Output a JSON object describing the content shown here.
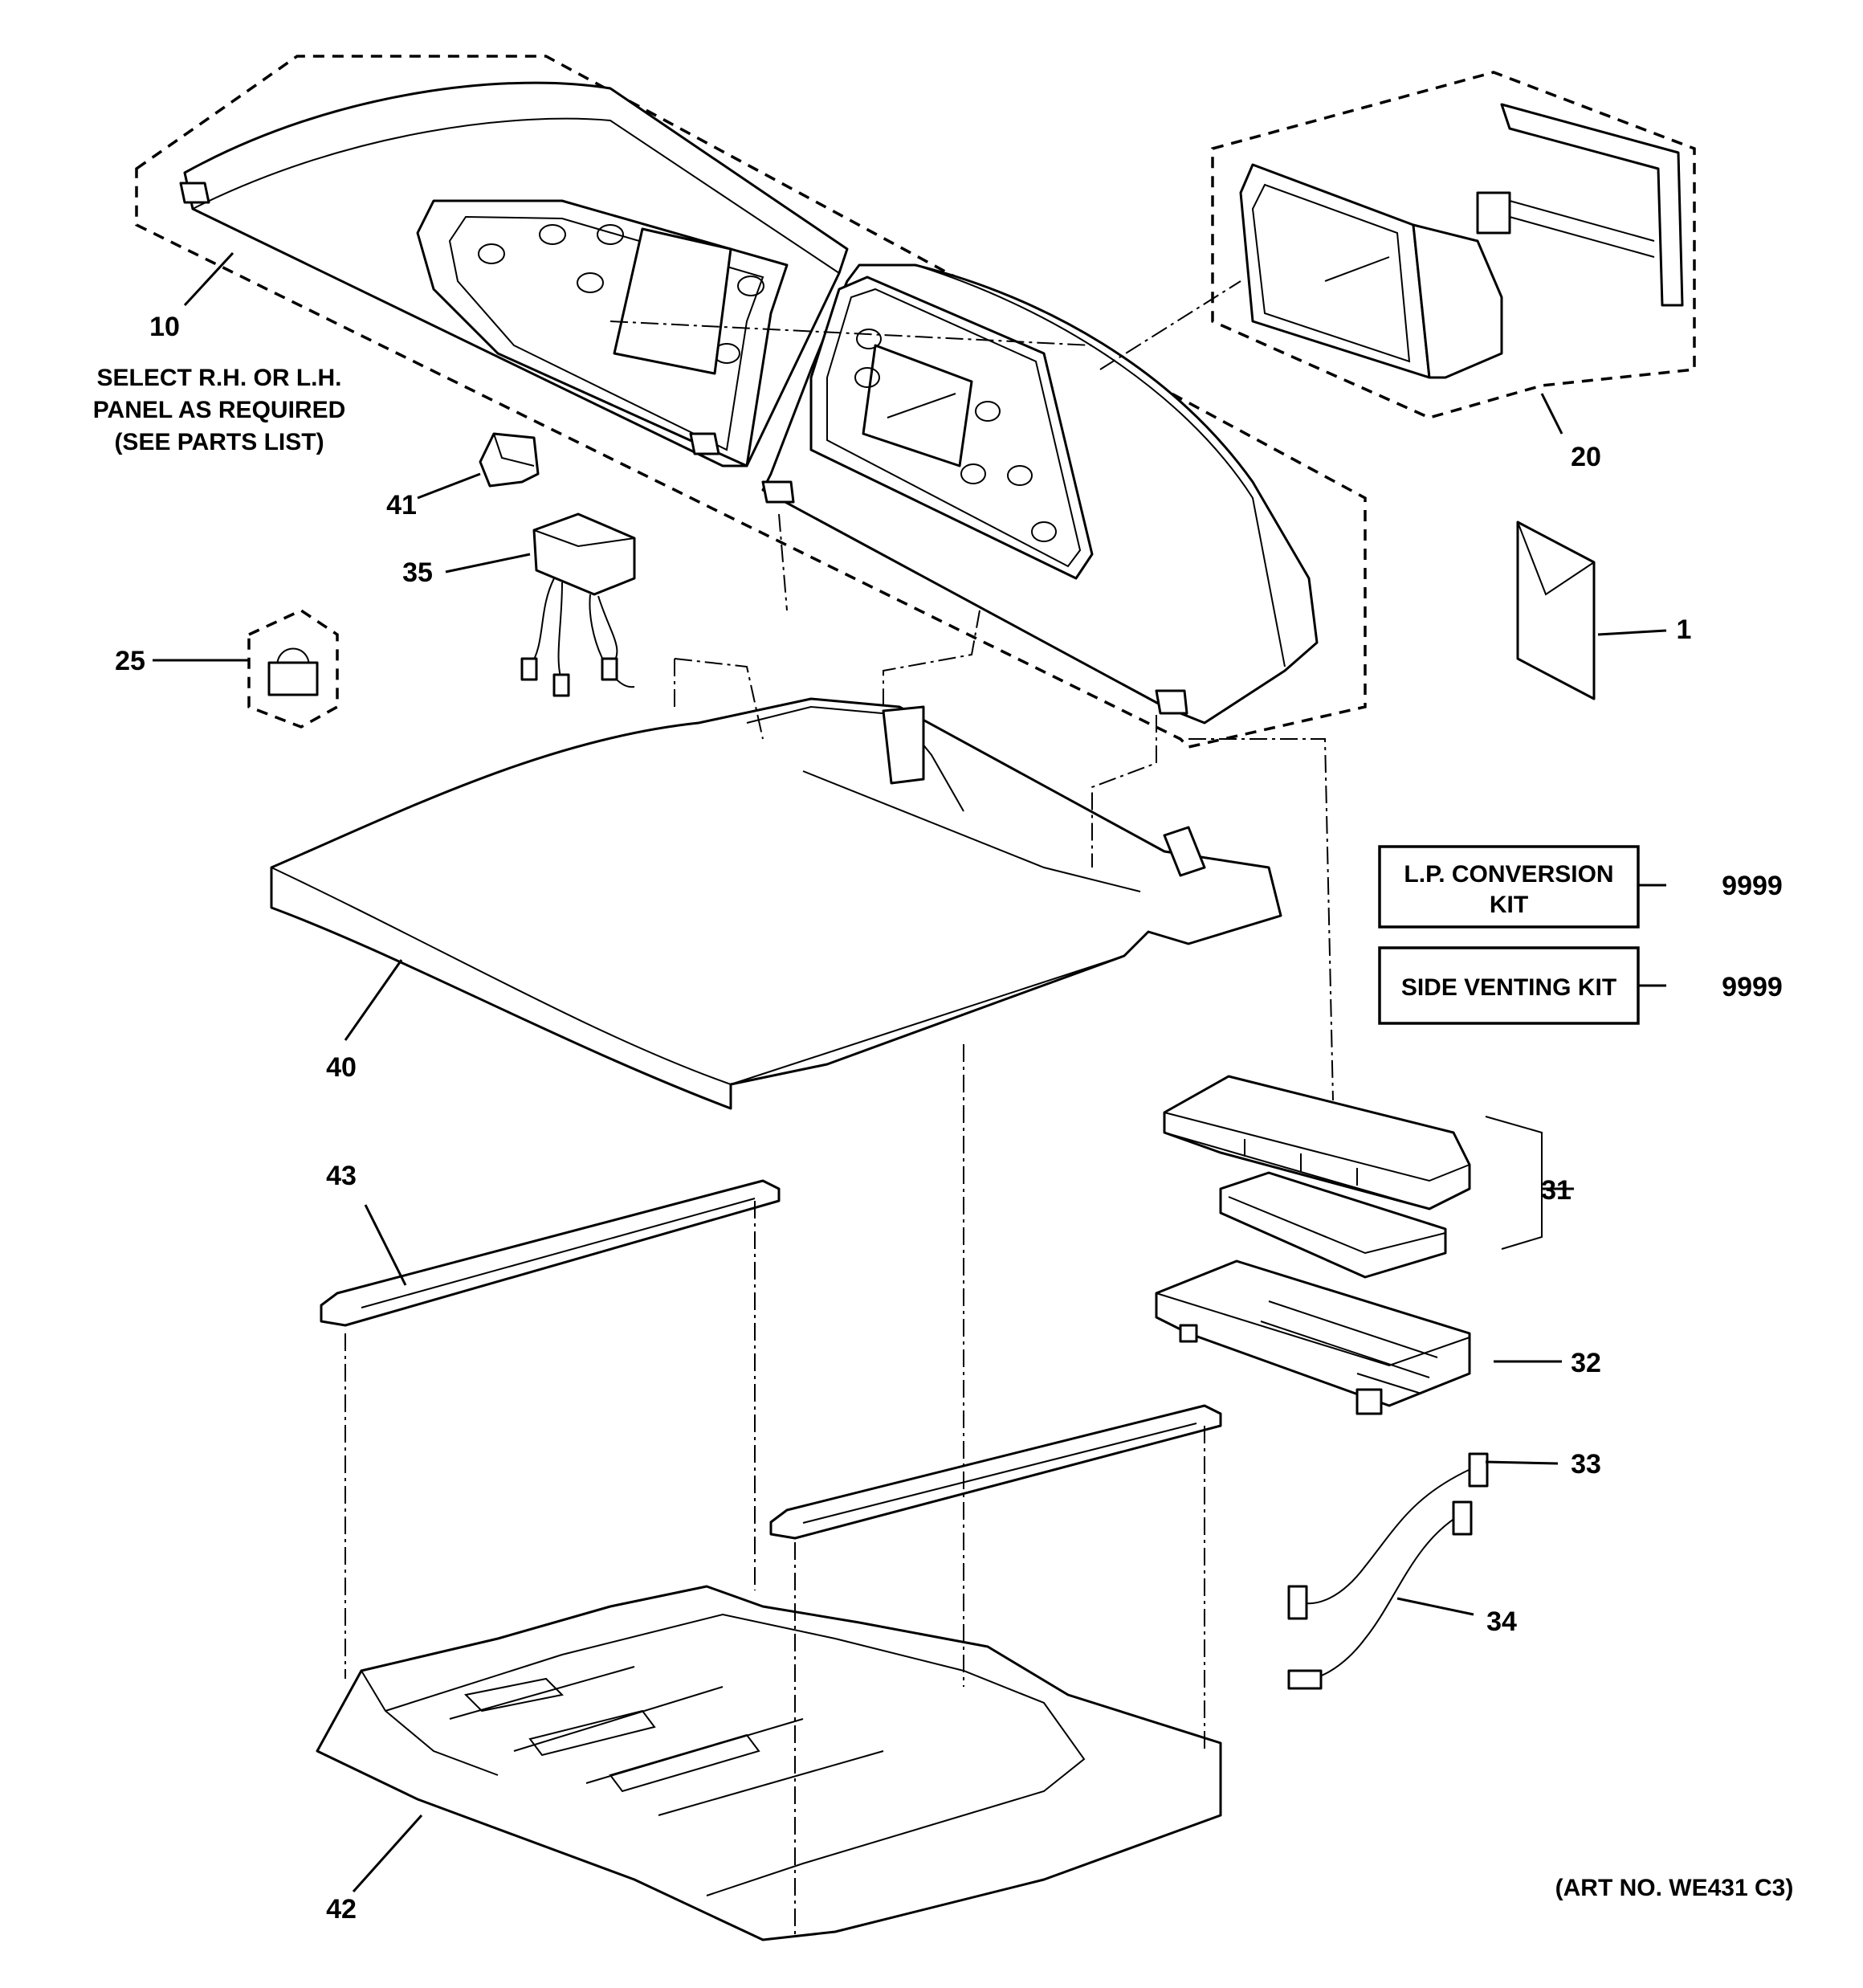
{
  "callouts": {
    "c10": "10",
    "c20": "20",
    "c41": "41",
    "c35": "35",
    "c25": "25",
    "c1": "1",
    "c40": "40",
    "c31": "31",
    "c32": "32",
    "c33": "33",
    "c34": "34",
    "c43": "43",
    "c42": "42",
    "c9999a": "9999",
    "c9999b": "9999"
  },
  "notes": {
    "select_line1": "SELECT R.H. OR L.H.",
    "select_line2": "PANEL AS REQUIRED",
    "select_line3": "(SEE PARTS LIST)",
    "art_no": "(ART NO. WE431 C3)"
  },
  "kits": {
    "lp_line1": "L.P. CONVERSION",
    "lp_line2": "KIT",
    "side_venting": "SIDE VENTING KIT"
  }
}
